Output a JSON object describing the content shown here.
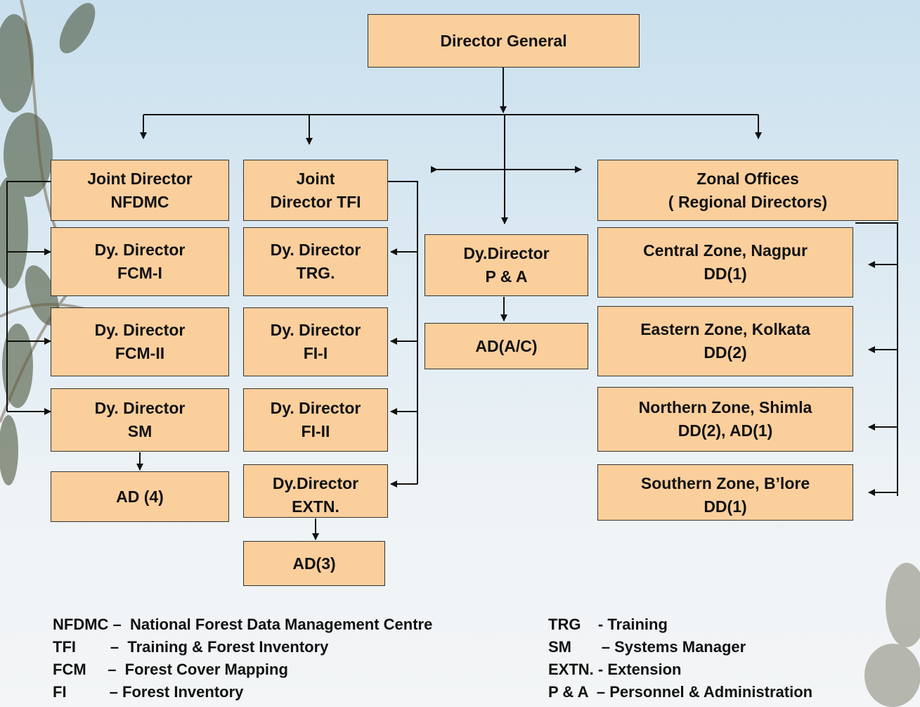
{
  "chart": {
    "director_general": "Director General",
    "jd_nfdmc": "Joint Director\nNFDMC",
    "jd_tfi": "Joint\nDirector TFI",
    "zonal_offices": "Zonal Offices\n( Regional Directors)",
    "dd_fcm1": "Dy. Director\nFCM-I",
    "dd_fcm2": "Dy. Director\nFCM-II",
    "dd_sm": "Dy. Director\nSM",
    "ad4": "AD (4)",
    "dd_trg": "Dy. Director\nTRG.",
    "dd_fi1": "Dy. Director\nFI-I",
    "dd_fi2": "Dy. Director\nFI-II",
    "dd_extn": "Dy.Director\nEXTN.",
    "ad3": "AD(3)",
    "dd_pa": "Dy.Director\nP & A",
    "ad_ac": "AD(A/C)",
    "central_zone": "Central Zone, Nagpur\nDD(1)",
    "eastern_zone": "Eastern Zone, Kolkata\nDD(2)",
    "northern_zone": "Northern Zone, Shimla\nDD(2), AD(1)",
    "southern_zone": "Southern Zone, B’lore\nDD(1)"
  },
  "legend": {
    "nfdmc": "NFDMC –  National Forest Data Management Centre",
    "tfi": "TFI        –  Training & Forest Inventory",
    "fcm": "FCM     –  Forest Cover Mapping",
    "fi": "FI          – Forest Inventory",
    "trg": "TRG    - Training",
    "sm": "SM       – Systems Manager",
    "extn": "EXTN. - Extension",
    "pa": "P & A  – Personnel & Administration"
  },
  "colors": {
    "box_fill": "#fbcf9c",
    "line": "#111111",
    "sky": "#dbe9f2"
  }
}
